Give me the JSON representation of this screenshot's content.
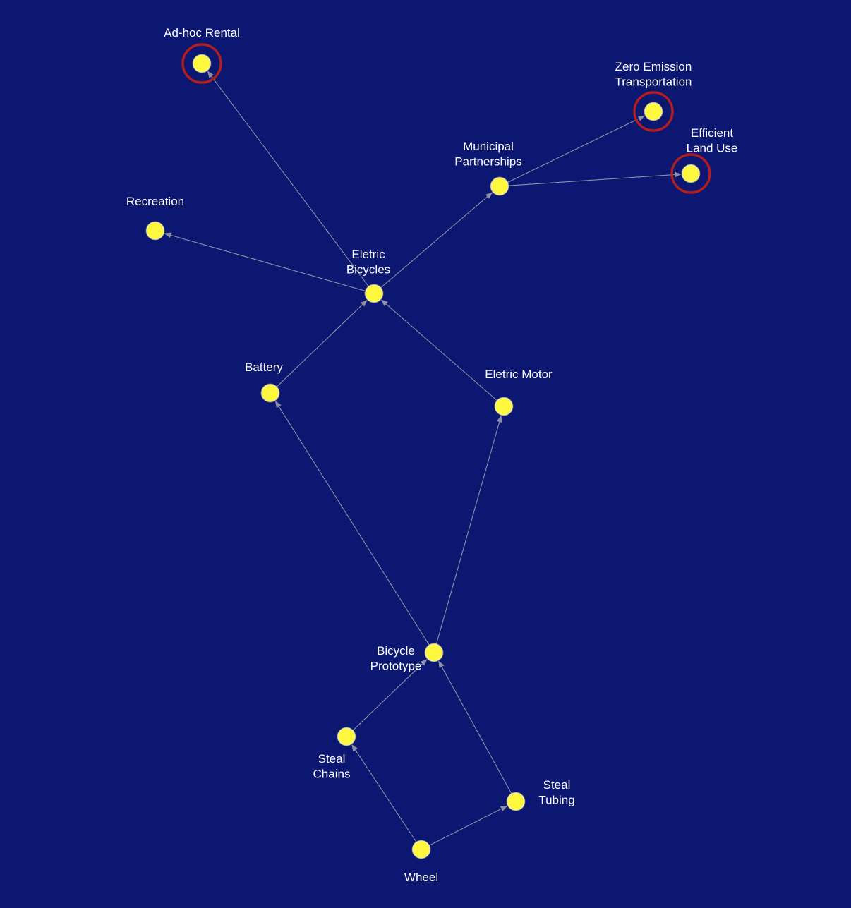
{
  "background_color": "#0b1770",
  "colors": {
    "node": "#fdf83d",
    "edge": "#8d90a8",
    "highlight_ring": "#b21d1d",
    "label": "#ffffff"
  },
  "nodes": [
    {
      "id": "adhoc",
      "label_lines": [
        "Ad-hoc Rental"
      ],
      "highlighted": true
    },
    {
      "id": "zero",
      "label_lines": [
        "Zero Emission",
        "Transportation"
      ],
      "highlighted": true
    },
    {
      "id": "efficient",
      "label_lines": [
        "Efficient",
        "Land Use"
      ],
      "highlighted": true
    },
    {
      "id": "municipal",
      "label_lines": [
        "Municipal",
        "Partnerships"
      ],
      "highlighted": false
    },
    {
      "id": "recreation",
      "label_lines": [
        "Recreation"
      ],
      "highlighted": false
    },
    {
      "id": "ebikes",
      "label_lines": [
        "Eletric",
        "Bicycles"
      ],
      "highlighted": false
    },
    {
      "id": "battery",
      "label_lines": [
        "Battery"
      ],
      "highlighted": false
    },
    {
      "id": "motor",
      "label_lines": [
        "Eletric Motor"
      ],
      "highlighted": false
    },
    {
      "id": "prototype",
      "label_lines": [
        "Bicycle",
        "Prototype"
      ],
      "highlighted": false
    },
    {
      "id": "chains",
      "label_lines": [
        "Steal",
        "Chains"
      ],
      "highlighted": false
    },
    {
      "id": "tubing",
      "label_lines": [
        "Steal",
        "Tubing"
      ],
      "highlighted": false
    },
    {
      "id": "wheel",
      "label_lines": [
        "Wheel"
      ],
      "highlighted": false
    }
  ],
  "edges": [
    {
      "from": "ebikes",
      "to": "adhoc"
    },
    {
      "from": "ebikes",
      "to": "recreation"
    },
    {
      "from": "ebikes",
      "to": "municipal"
    },
    {
      "from": "municipal",
      "to": "zero"
    },
    {
      "from": "municipal",
      "to": "efficient"
    },
    {
      "from": "battery",
      "to": "ebikes"
    },
    {
      "from": "motor",
      "to": "ebikes"
    },
    {
      "from": "prototype",
      "to": "battery"
    },
    {
      "from": "prototype",
      "to": "motor"
    },
    {
      "from": "chains",
      "to": "prototype"
    },
    {
      "from": "tubing",
      "to": "prototype"
    },
    {
      "from": "wheel",
      "to": "chains"
    },
    {
      "from": "wheel",
      "to": "tubing"
    }
  ]
}
